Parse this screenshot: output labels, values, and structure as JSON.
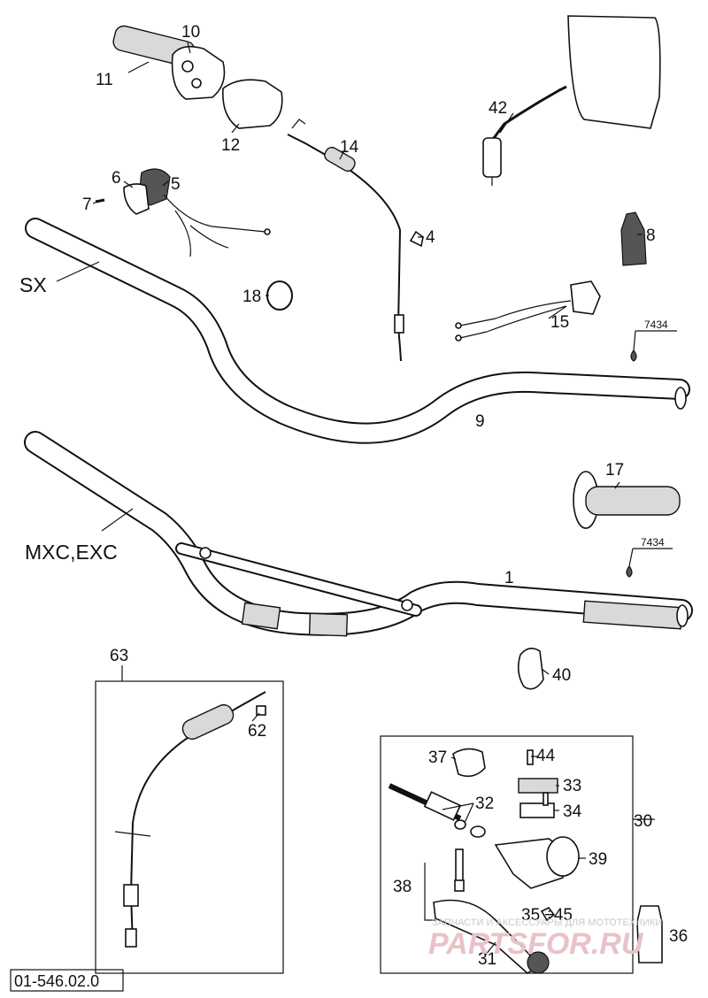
{
  "diagram": {
    "variant_labels": {
      "sx": "SX",
      "mxc_exc": "MXC,EXC"
    },
    "part_numbers": {
      "p10": "10",
      "p11": "11",
      "p12": "12",
      "p14": "14",
      "p42": "42",
      "p6": "6",
      "p5": "5",
      "p7": "7",
      "p4": "4",
      "p8": "8",
      "p18": "18",
      "p15": "15",
      "p9": "9",
      "p17": "17",
      "p1": "1",
      "p40": "40",
      "p63": "63",
      "p62": "62",
      "p37": "37",
      "p44": "44",
      "p33": "33",
      "p32": "32",
      "p34": "34",
      "p30": "30",
      "p39": "39",
      "p38": "38",
      "p35_45": "35 ÷45",
      "p36": "36",
      "p31": "31"
    },
    "callouts": {
      "c1": "7434",
      "c2": "7434"
    },
    "reference": "01-546.02.0"
  },
  "watermark": {
    "tagline": "ЗАПЧАСТИ И АКСЕССУАРЫ ДЛЯ МОТОТЕХНИКИ",
    "brand": "PARTSFOR.RU"
  },
  "colors": {
    "ink": "#111111",
    "watermark": "#e9c2c8"
  }
}
